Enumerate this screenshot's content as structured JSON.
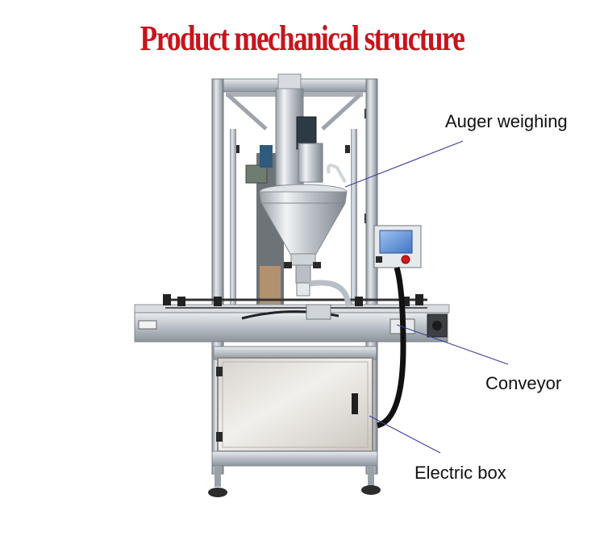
{
  "title": "Product mechanical structure",
  "labels": {
    "auger": "Auger weighing",
    "conveyor": "Conveyor",
    "electric_box": "Electric box"
  },
  "colors": {
    "title": "#c8141b",
    "leader_line": "#3a3fa0",
    "steel": "#c7ccd2",
    "e_stop": "#d21a1a",
    "screen": "#5b8fd6"
  }
}
